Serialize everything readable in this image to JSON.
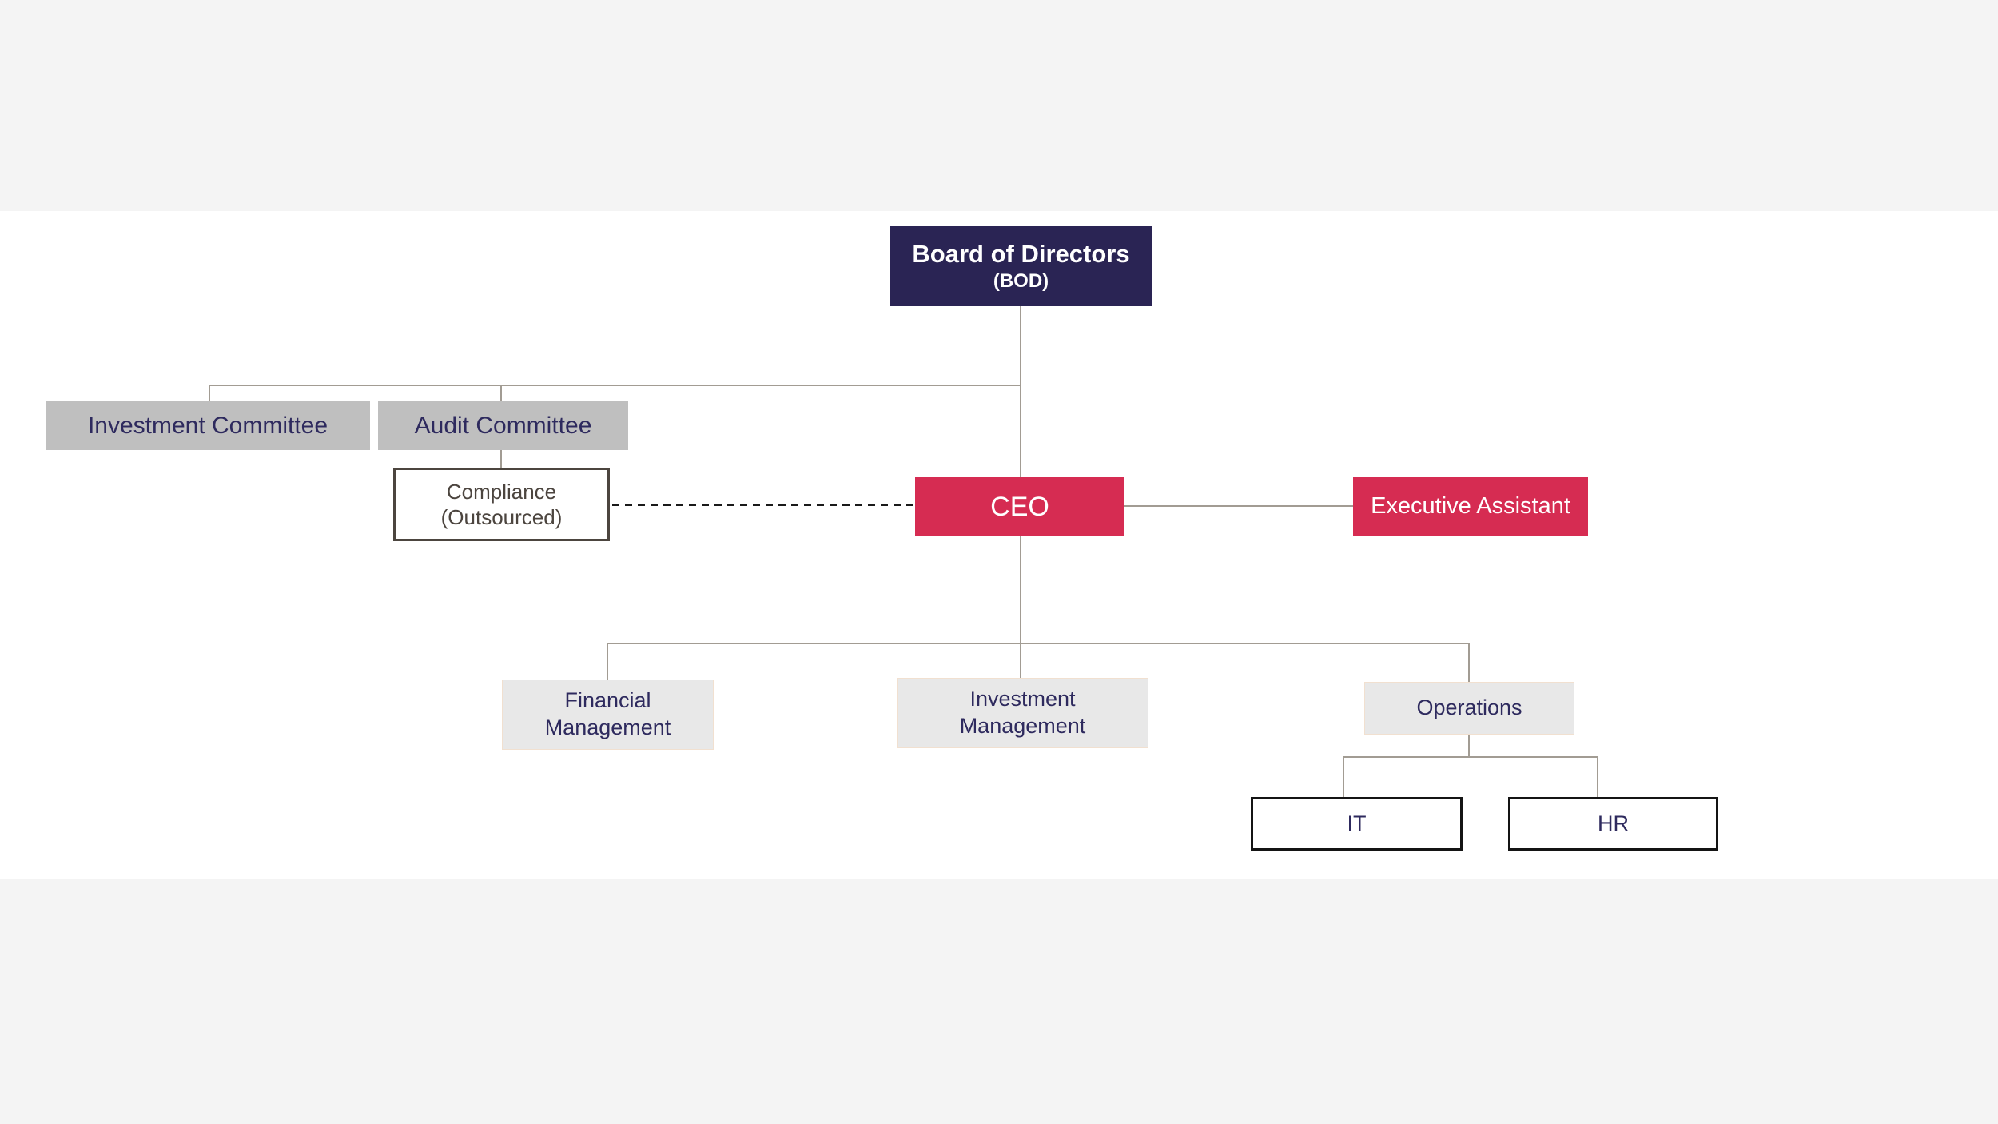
{
  "diagram": {
    "type": "org-chart",
    "nodes": {
      "board": {
        "line1": "Board of Directors",
        "line2": "(BOD)"
      },
      "investment_committee": {
        "label": "Investment Committee"
      },
      "audit_committee": {
        "label": "Audit Committee"
      },
      "compliance": {
        "line1": "Compliance",
        "line2": "(Outsourced)"
      },
      "ceo": {
        "label": "CEO"
      },
      "executive_assistant": {
        "label": "Executive Assistant"
      },
      "financial_management": {
        "line1": "Financial",
        "line2": "Management"
      },
      "investment_management": {
        "line1": "Investment",
        "line2": "Management"
      },
      "operations": {
        "label": "Operations"
      },
      "it": {
        "label": "IT"
      },
      "hr": {
        "label": "HR"
      }
    },
    "edges": [
      "board -> investment_committee",
      "board -> audit_committee",
      "audit_committee -> compliance",
      "board -> ceo",
      "compliance -- ceo (dashed)",
      "ceo -- executive_assistant",
      "ceo -> financial_management",
      "ceo -> investment_management",
      "ceo -> operations",
      "operations -> it",
      "operations -> hr"
    ]
  },
  "colors": {
    "navy": "#2a2454",
    "crimson": "#d62c52",
    "committee_gray": "#bfbfbf",
    "dept_gray": "#e8e8e8",
    "band_gray": "#f4f4f4",
    "connector": "#a29c93",
    "dashed": "#1a1a1a",
    "navy_text": "#2e2a5e",
    "compliance_brown": "#4c453f"
  }
}
